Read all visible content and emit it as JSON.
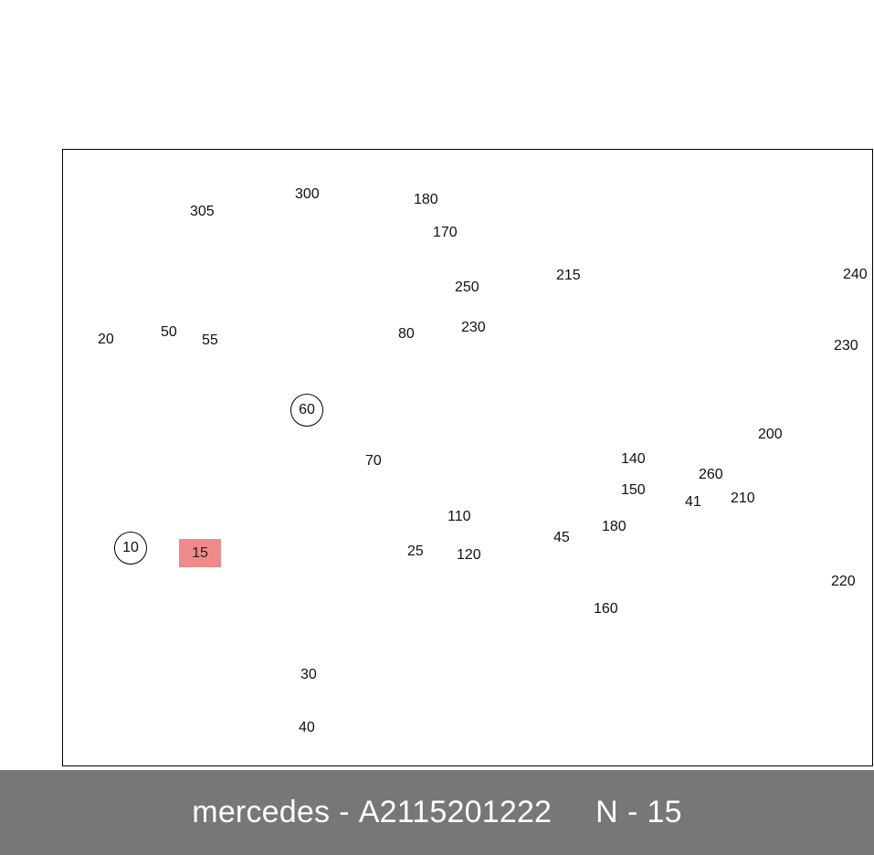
{
  "footer": {
    "brand": "mercedes",
    "sep1": "-",
    "part_number": "A2115201222",
    "ref_prefix": "N",
    "sep2": "-",
    "ref_number": "15"
  },
  "highlight_color": "#f08a8a",
  "callouts": {
    "c10": "10",
    "c15": "15",
    "c20": "20",
    "c25": "25",
    "c30": "30",
    "c40": "40",
    "c41": "41",
    "c45": "45",
    "c50": "50",
    "c55": "55",
    "c60": "60",
    "c70": "70",
    "c80": "80",
    "c110": "110",
    "c120": "120",
    "c140": "140",
    "c150": "150",
    "c160": "160",
    "c170": "170",
    "c180a": "180",
    "c180b": "180",
    "c200": "200",
    "c210": "210",
    "c215": "215",
    "c220": "220",
    "c230a": "230",
    "c230b": "230",
    "c240": "240",
    "c250": "250",
    "c260": "260",
    "c300": "300",
    "c305": "305"
  }
}
